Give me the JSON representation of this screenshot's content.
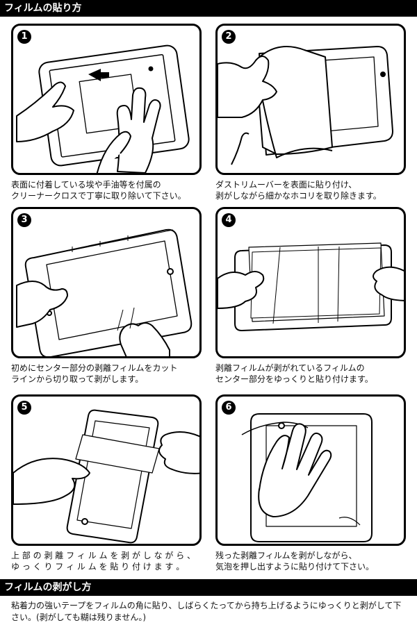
{
  "section_apply": {
    "title": "フィルムの貼り方"
  },
  "section_remove": {
    "title": "フィルムの剥がし方"
  },
  "steps": [
    {
      "number": "1",
      "caption": "表面に付着している埃や手油等を付属の\nクリーナークロスで丁寧に取り除いて下さい。"
    },
    {
      "number": "2",
      "caption": "ダストリムーバーを表面に貼り付け、\n剥がしながら細かなホコリを取り除きます。"
    },
    {
      "number": "3",
      "caption": "初めにセンター部分の剥離フィルムをカット\nラインから切り取って剥がします。"
    },
    {
      "number": "4",
      "caption": "剥離フィルムが剥がれているフィルムの\nセンター部分をゆっくりと貼り付けます。"
    },
    {
      "number": "5",
      "caption": "上 部 の 剥 離 フ ィ ル ム を 剥 が し な が ら 、\nゆ っ く り フ ィ ル ム を 貼 り 付 け ま す 。"
    },
    {
      "number": "6",
      "caption": "残った剥離フィルムを剥がしながら、\n気泡を押し出すように貼り付けて下さい。"
    }
  ],
  "removal_text": "粘着力の強いテープをフィルムの角に貼り、しばらくたってから持ち上げるようにゆっくりと剥がして下さい。(剥がしても糊は残りません。)"
}
